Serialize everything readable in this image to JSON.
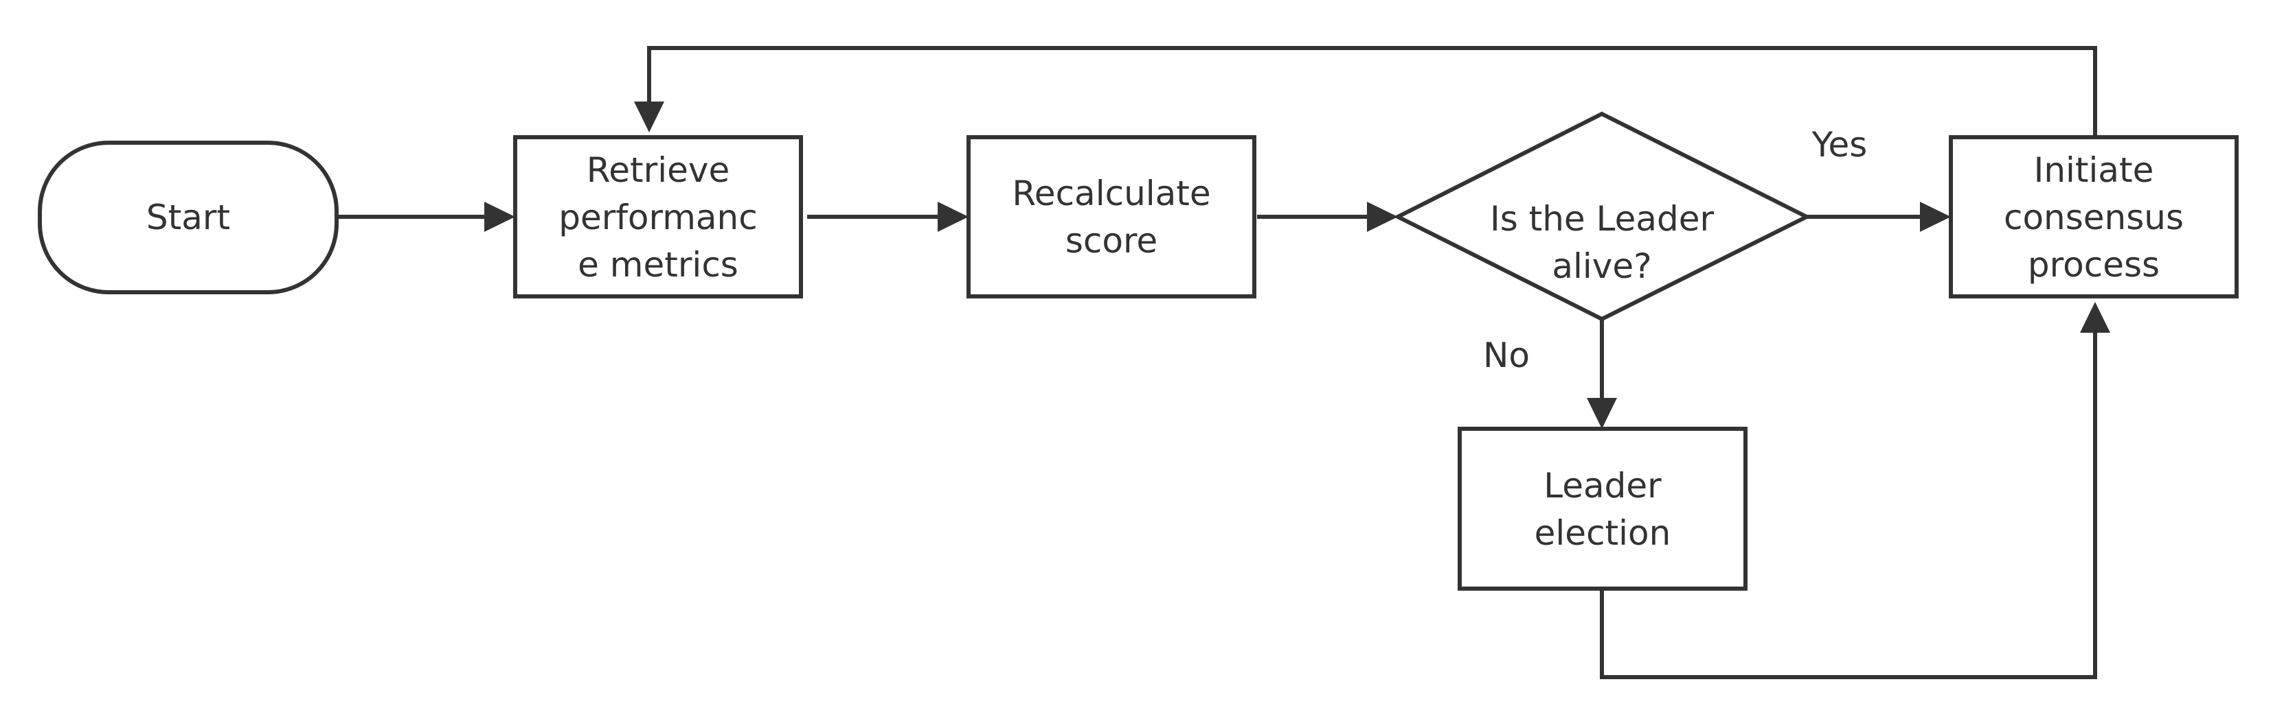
{
  "diagram": {
    "type": "flowchart",
    "colors": {
      "stroke": "#333333",
      "fill": "#ffffff",
      "text": "#333333",
      "background": "#ffffff"
    },
    "nodes": {
      "start": {
        "shape": "terminator",
        "lines": [
          "Start"
        ]
      },
      "retrieve": {
        "shape": "process",
        "lines": [
          "Retrieve",
          "performanc",
          "e metrics"
        ]
      },
      "recalculate": {
        "shape": "process",
        "lines": [
          "Recalculate",
          "score"
        ]
      },
      "decision": {
        "shape": "decision",
        "lines": [
          "Is the Leader",
          "alive?"
        ]
      },
      "consensus": {
        "shape": "process",
        "lines": [
          "Initiate",
          "consensus",
          "process"
        ]
      },
      "election": {
        "shape": "process",
        "lines": [
          "Leader",
          "election"
        ]
      }
    },
    "edges": [
      {
        "from": "start",
        "to": "retrieve",
        "label": ""
      },
      {
        "from": "retrieve",
        "to": "recalculate",
        "label": ""
      },
      {
        "from": "recalculate",
        "to": "decision",
        "label": ""
      },
      {
        "from": "decision",
        "to": "consensus",
        "label": "Yes"
      },
      {
        "from": "decision",
        "to": "election",
        "label": "No"
      },
      {
        "from": "election",
        "to": "consensus",
        "label": ""
      },
      {
        "from": "consensus",
        "to": "retrieve",
        "label": ""
      }
    ],
    "labels": {
      "yes": "Yes",
      "no": "No"
    }
  }
}
